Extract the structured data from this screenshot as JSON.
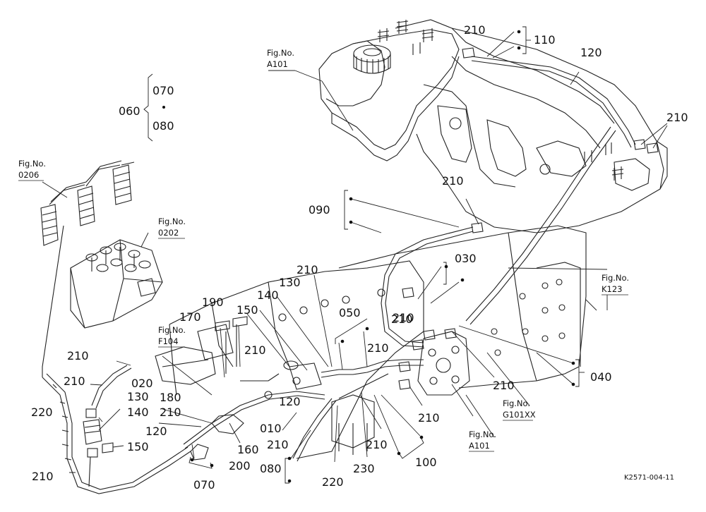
{
  "figure_code": "K2571-004-11",
  "group_060": {
    "label": "060",
    "options": [
      "070",
      "080"
    ]
  },
  "refs": [
    {
      "fig": "Fig.No.",
      "no": "A101"
    },
    {
      "fig": "Fig.No.",
      "no": "0206"
    },
    {
      "fig": "Fig.No.",
      "no": "0202"
    },
    {
      "fig": "Fig.No.",
      "no": "F104"
    },
    {
      "fig": "Fig.No.",
      "no": "K123"
    },
    {
      "fig": "Fig.No.",
      "no": "G101XX"
    },
    {
      "fig": "Fig.No.",
      "no": "A101"
    }
  ],
  "parts": {
    "p210a": "210",
    "p110": "110",
    "p120a": "120",
    "p210b": "210",
    "p210c": "210",
    "p090": "090",
    "p030": "030",
    "p210d": "210",
    "p210e": "210",
    "p130a": "130",
    "p140a": "140",
    "p150a": "150",
    "p050": "050",
    "p190": "190",
    "p170": "170",
    "p210f": "210",
    "p210g": "210",
    "p040": "040",
    "p210h": "210",
    "p210i": "210",
    "p020": "020",
    "p210j": "210",
    "p220a": "220",
    "p130b": "130",
    "p140b": "140",
    "p180": "180",
    "p210k": "210",
    "p120b": "120",
    "p150b": "150",
    "p010": "010",
    "p160": "160",
    "p210l": "210",
    "p120c": "120",
    "p200": "200",
    "p210m": "210",
    "p070": "070",
    "p080": "080",
    "p220b": "220",
    "p230": "230",
    "p210n": "210",
    "p210o": "210",
    "p100": "100",
    "p210p": "210"
  }
}
